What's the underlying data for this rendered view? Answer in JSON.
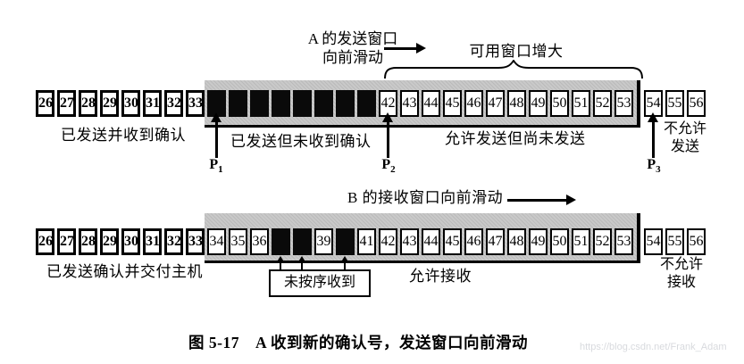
{
  "colors": {
    "window_gray": "#c6c6c6",
    "cell_black": "#0a0a0a",
    "ink": "#000000",
    "watermark": "#d8dade"
  },
  "send_window": {
    "slide_label_line1": "A 的发送窗口",
    "slide_label_line2": "向前滑动",
    "available_window_label": "可用窗口增大",
    "acked_label": "已发送并收到确认",
    "sent_unacked_label": "已发送但未收到确认",
    "allowed_unsent_label": "允许发送但尚未发送",
    "not_allowed_line1": "不允许",
    "not_allowed_line2": "发送",
    "p1": {
      "base": "P",
      "sub": "1"
    },
    "p2": {
      "base": "P",
      "sub": "2"
    },
    "p3": {
      "base": "P",
      "sub": "3"
    },
    "cells": [
      {
        "label": "26",
        "style": "bold"
      },
      {
        "label": "27",
        "style": "bold"
      },
      {
        "label": "28",
        "style": "bold"
      },
      {
        "label": "29",
        "style": "bold"
      },
      {
        "label": "30",
        "style": "bold"
      },
      {
        "label": "31",
        "style": "bold"
      },
      {
        "label": "32",
        "style": "bold"
      },
      {
        "label": "33",
        "style": "bold"
      },
      {
        "label": "",
        "style": "black"
      },
      {
        "label": "",
        "style": "black"
      },
      {
        "label": "",
        "style": "black"
      },
      {
        "label": "",
        "style": "black"
      },
      {
        "label": "",
        "style": "black"
      },
      {
        "label": "",
        "style": "black"
      },
      {
        "label": "",
        "style": "black"
      },
      {
        "label": "",
        "style": "black"
      },
      {
        "label": "42",
        "style": "thin"
      },
      {
        "label": "43",
        "style": "thin"
      },
      {
        "label": "44",
        "style": "thin"
      },
      {
        "label": "45",
        "style": "thin"
      },
      {
        "label": "46",
        "style": "thin"
      },
      {
        "label": "47",
        "style": "thin"
      },
      {
        "label": "48",
        "style": "thin"
      },
      {
        "label": "49",
        "style": "thin"
      },
      {
        "label": "50",
        "style": "thin"
      },
      {
        "label": "51",
        "style": "thin"
      },
      {
        "label": "52",
        "style": "thin"
      },
      {
        "label": "53",
        "style": "thin"
      },
      {
        "label": "54",
        "style": "thin"
      },
      {
        "label": "55",
        "style": "thin"
      },
      {
        "label": "56",
        "style": "thin"
      }
    ]
  },
  "receive_window": {
    "slide_label": "B 的接收窗口向前滑动",
    "acked_delivered_label": "已发送确认并交付主机",
    "out_of_order_label": "未按序收到",
    "allowed_label": "允许接收",
    "not_allowed_line1": "不允许",
    "not_allowed_line2": "接收",
    "cells": [
      {
        "label": "26",
        "style": "bold"
      },
      {
        "label": "27",
        "style": "bold"
      },
      {
        "label": "28",
        "style": "bold"
      },
      {
        "label": "29",
        "style": "bold"
      },
      {
        "label": "30",
        "style": "bold"
      },
      {
        "label": "31",
        "style": "bold"
      },
      {
        "label": "32",
        "style": "bold"
      },
      {
        "label": "33",
        "style": "bold"
      },
      {
        "label": "34",
        "style": "thin"
      },
      {
        "label": "35",
        "style": "thin"
      },
      {
        "label": "36",
        "style": "thin"
      },
      {
        "label": "",
        "style": "black"
      },
      {
        "label": "",
        "style": "black"
      },
      {
        "label": "39",
        "style": "thin"
      },
      {
        "label": "",
        "style": "black"
      },
      {
        "label": "41",
        "style": "thin"
      },
      {
        "label": "42",
        "style": "thin"
      },
      {
        "label": "43",
        "style": "thin"
      },
      {
        "label": "44",
        "style": "thin"
      },
      {
        "label": "45",
        "style": "thin"
      },
      {
        "label": "46",
        "style": "thin"
      },
      {
        "label": "47",
        "style": "thin"
      },
      {
        "label": "48",
        "style": "thin"
      },
      {
        "label": "49",
        "style": "thin"
      },
      {
        "label": "50",
        "style": "thin"
      },
      {
        "label": "51",
        "style": "thin"
      },
      {
        "label": "52",
        "style": "thin"
      },
      {
        "label": "53",
        "style": "thin"
      },
      {
        "label": "54",
        "style": "thin"
      },
      {
        "label": "55",
        "style": "thin"
      },
      {
        "label": "56",
        "style": "thin"
      }
    ]
  },
  "caption": "图 5-17　A 收到新的确认号，发送窗口向前滑动",
  "watermark": "https://blog.csdn.net/Frank_Adam"
}
